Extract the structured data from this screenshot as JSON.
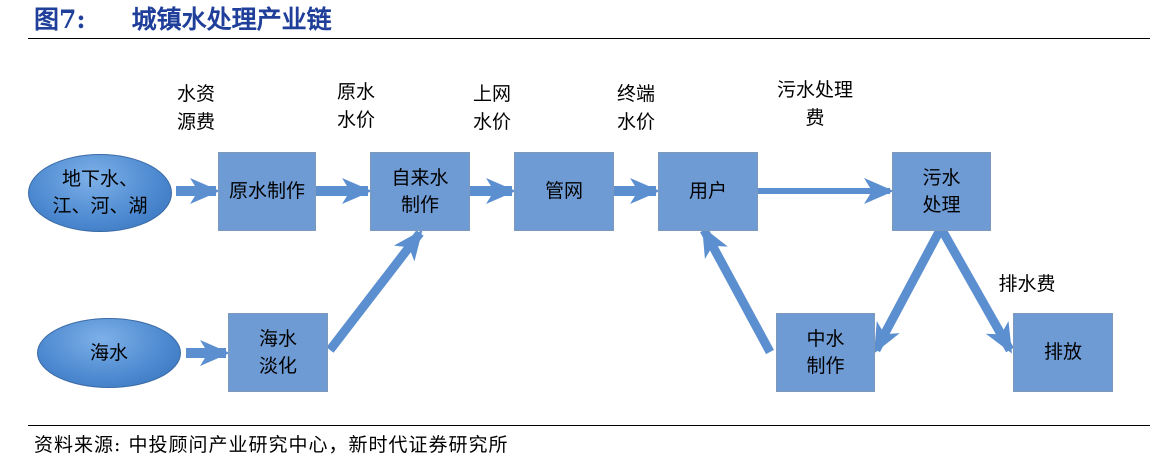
{
  "title": {
    "figure_no": "图7:",
    "text": "城镇水处理产业链"
  },
  "nodes": {
    "groundwater": "地下水、\n江、河、湖",
    "seawater": "海水",
    "raw_water": "原水制作",
    "tap_water": "自来水\n制作",
    "pipe_network": "管网",
    "user": "用户",
    "sewage_treatment": "污水\n处理",
    "desalination": "海水\n淡化",
    "reclaimed_water": "中水\n制作",
    "discharge": "排放"
  },
  "labels": {
    "resource_fee": "水资\n源费",
    "raw_water_price": "原水\n水价",
    "grid_price": "上网\n水价",
    "end_price": "终端\n水价",
    "sewage_fee": "污水处理\n费",
    "discharge_fee": "排水费"
  },
  "source": "资料来源: 中投顾问产业研究中心，新时代证券研究所",
  "colors": {
    "title": "#1f3f9a",
    "box": "#6f9bd4",
    "oval": "#4b88cf",
    "arrow": "#5b8fd0"
  }
}
